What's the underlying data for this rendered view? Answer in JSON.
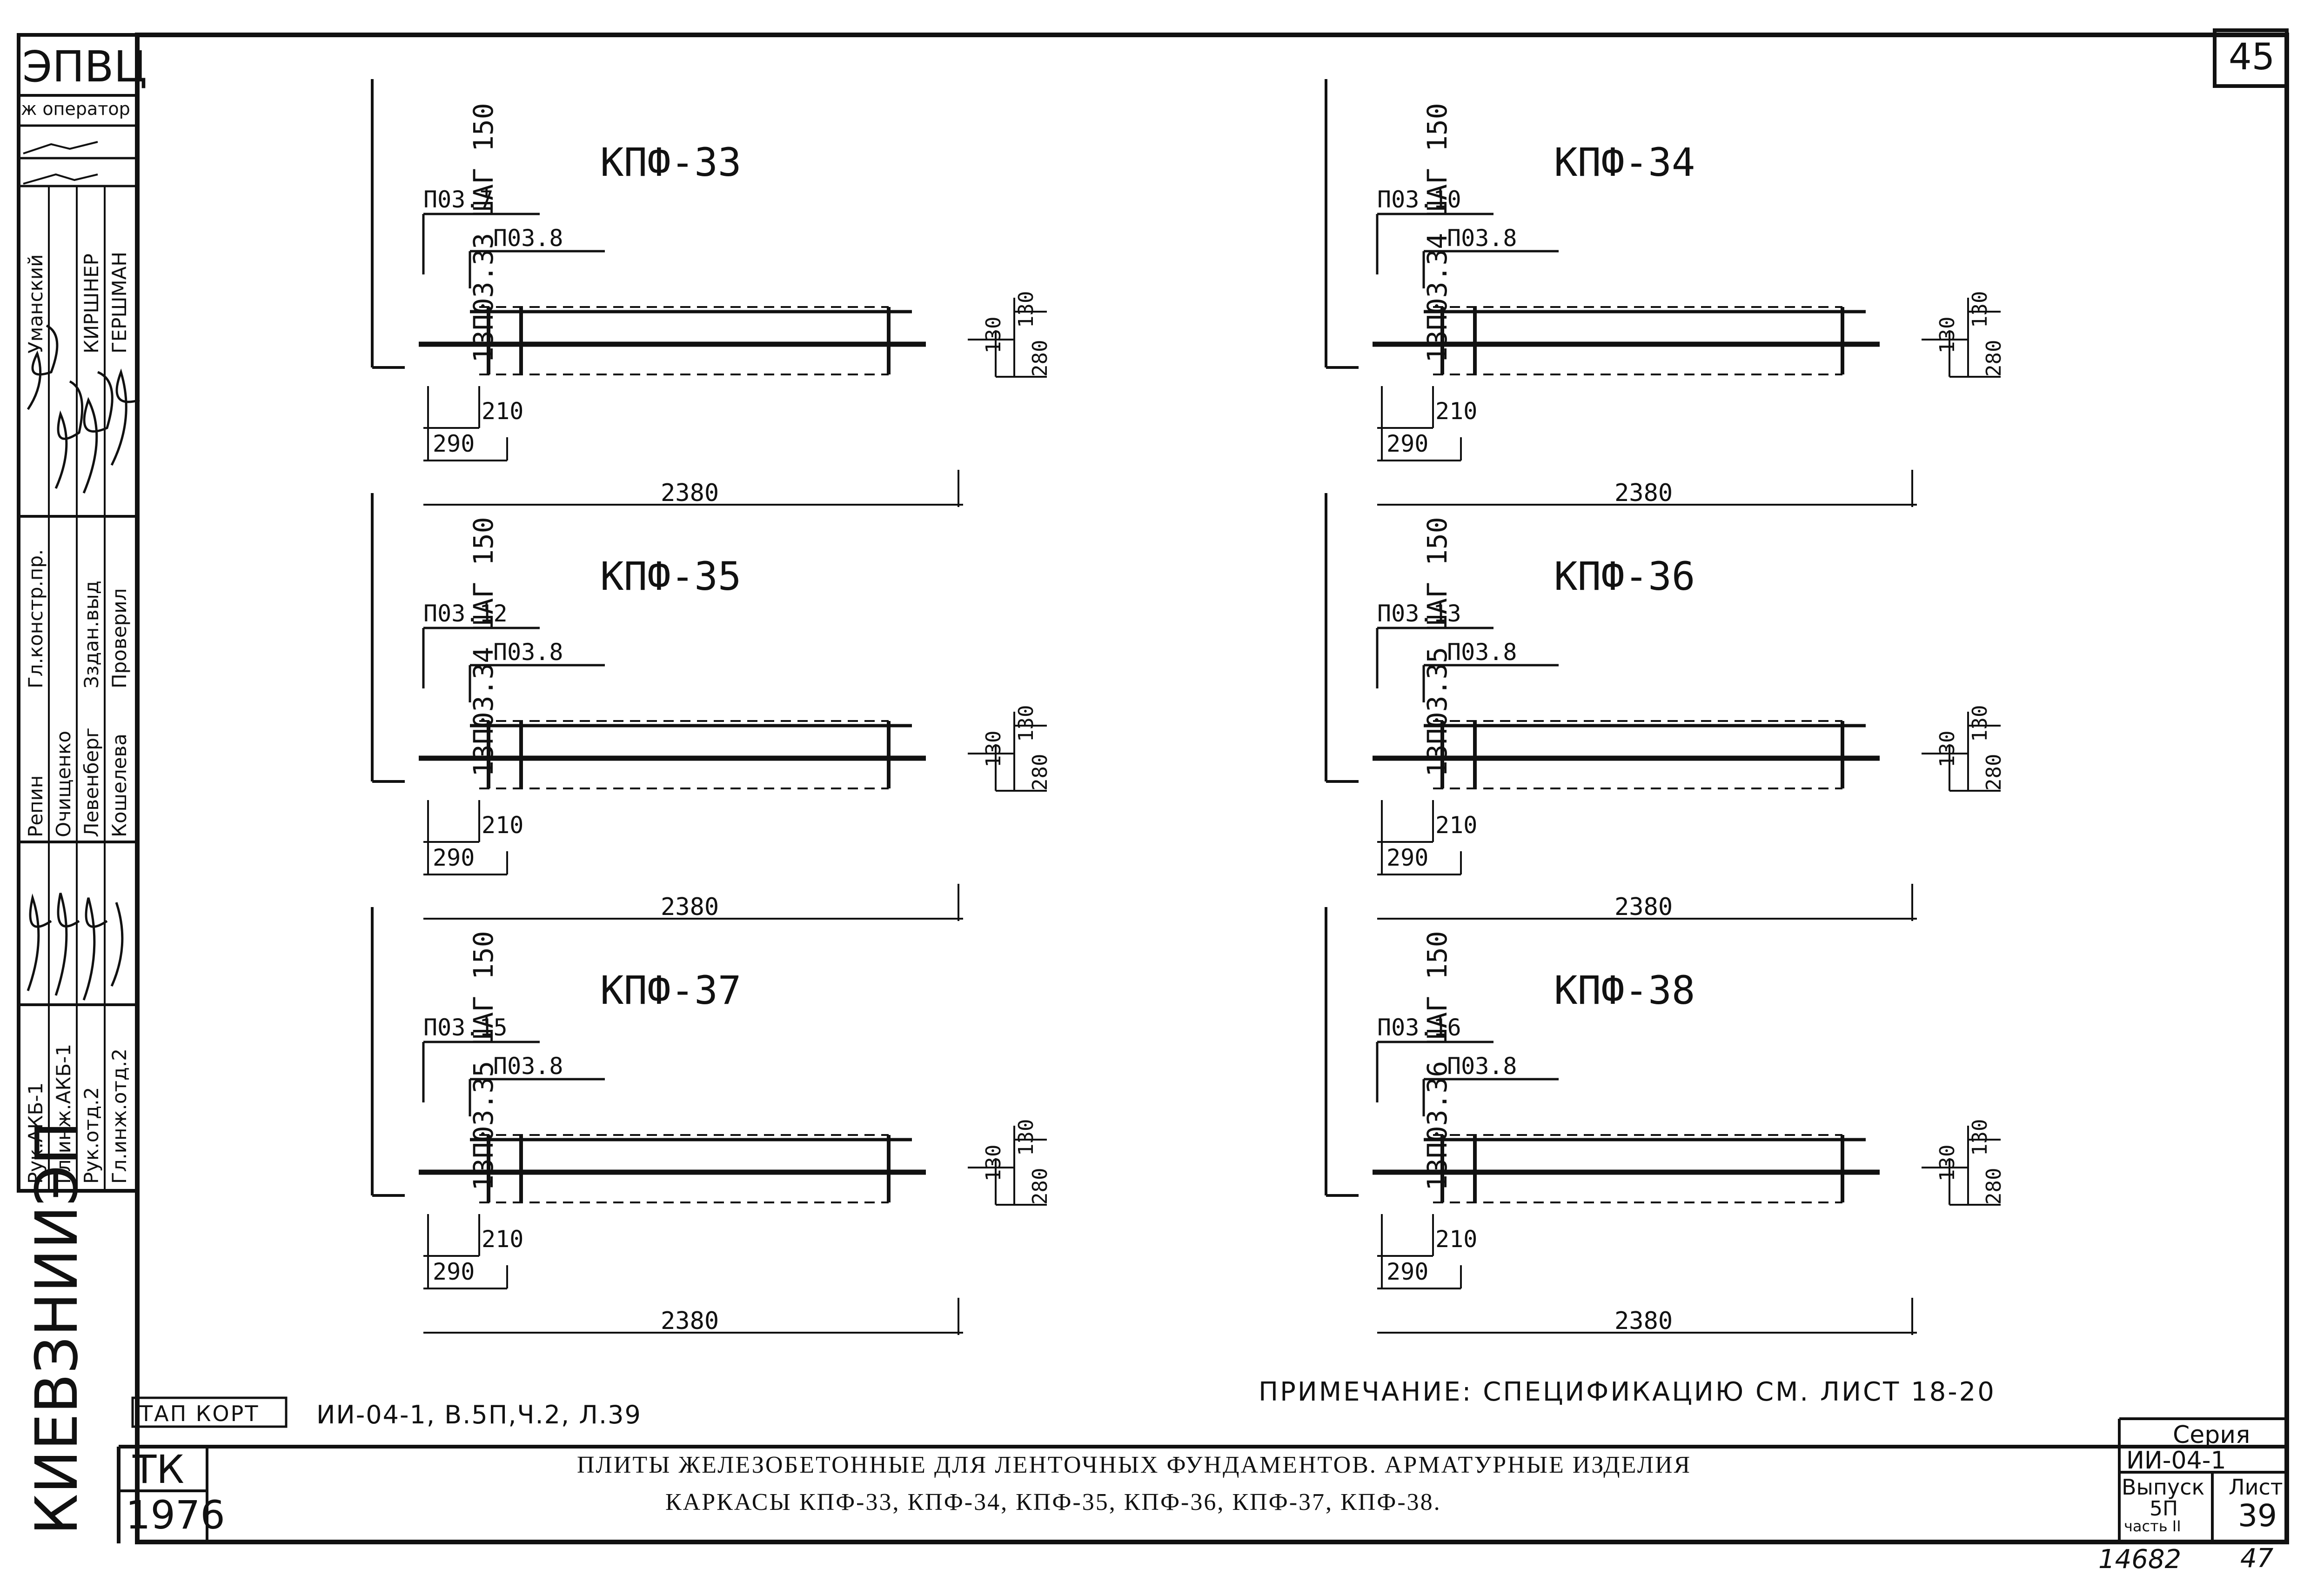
{
  "sheet_number": "45",
  "left_stamp": {
    "org_top": "ЭПВЦ",
    "operator_label": "ж оператор",
    "institute": "КИЕВЗНИИЭП",
    "roles": [
      "Рук.АКБ-1",
      "Гл.инж.АКБ-1",
      "Рук.отд.2",
      "Гл.инж.отд.2",
      "Гл.констр.пр.",
      "Зздан.выд",
      "Проверил"
    ],
    "names": [
      "Репин",
      "Очищенко",
      "Левенберг",
      "Кошелева",
      "Уманский",
      "КИРШНЕР",
      "ГЕРШМАН"
    ]
  },
  "frames": [
    {
      "title": "КПФ-33",
      "side_label": "13П03.33 ШАГ 150",
      "top_label": "П03.7",
      "second_label": "П03.8"
    },
    {
      "title": "КПФ-34",
      "side_label": "13П03.34 ШАГ 150",
      "top_label": "П03.10",
      "second_label": "П03.8"
    },
    {
      "title": "КПФ-35",
      "side_label": "13П03.34 ШАГ 150",
      "top_label": "П03.12",
      "second_label": "П03.8"
    },
    {
      "title": "КПФ-36",
      "side_label": "13П03.35 ШАГ 150",
      "top_label": "П03.13",
      "second_label": "П03.8"
    },
    {
      "title": "КПФ-37",
      "side_label": "13П03.35 ШАГ 150",
      "top_label": "П03.15",
      "second_label": "П03.8"
    },
    {
      "title": "КПФ-38",
      "side_label": "13П03.36 ШАГ 150",
      "top_label": "П03.16",
      "second_label": "П03.8"
    }
  ],
  "dims": {
    "d130a": "130",
    "d130b": "130",
    "d280": "280",
    "d210": "210",
    "d290": "290",
    "d2380": "2380"
  },
  "note": "ПРИМЕЧАНИЕ: СПЕЦИФИКАЦИЮ СМ. ЛИСТ 18-20",
  "reference": {
    "box": "ТАП КОРТ",
    "text": "ИИ-04-1, В.5П,Ч.2, Л.39"
  },
  "title_block": {
    "code_tk": "ТК",
    "year": "1976",
    "title_line1": "ПЛИТЫ ЖЕЛЕЗОБЕТОННЫЕ ДЛЯ ЛЕНТОЧНЫХ ФУНДАМЕНТОВ. АРМАТУРНЫЕ ИЗДЕЛИЯ",
    "title_line2": "КАРКАСЫ КПФ-33, КПФ-34, КПФ-35, КПФ-36, КПФ-37, КПФ-38.",
    "series_label": "Серия",
    "series_value": "ИИ-04-1",
    "issue_label": "Выпуск",
    "issue_value": "5П",
    "part_label": "часть II",
    "sheet_label": "Лист",
    "sheet_value": "39"
  },
  "footer": {
    "inv": "14682",
    "page": "47"
  },
  "colors": {
    "ink": "#111111",
    "paper": "#ffffff"
  }
}
